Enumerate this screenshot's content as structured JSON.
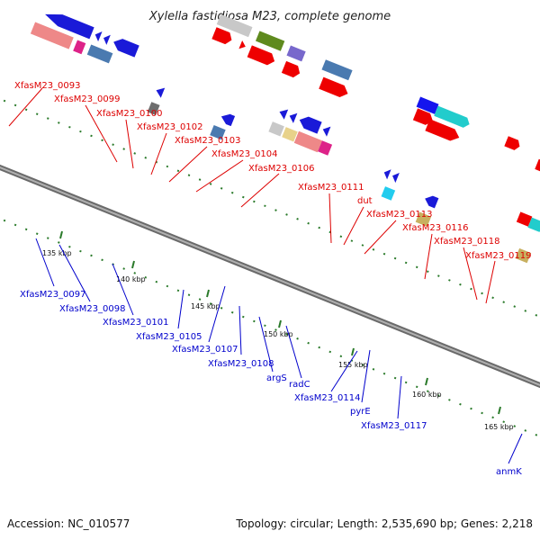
{
  "title": "Xylella fastidiosa M23, complete genome",
  "accession": "Accession: NC_010577",
  "summary": "Topology: circular; Length: 2,535,690 bp; Genes: 2,218",
  "colors": {
    "forward_label": "#dd0000",
    "reverse_label": "#0000cc",
    "axis": "#8c8c8c",
    "dots": "#2a7a2a"
  },
  "ticks": [
    "135 kbp",
    "140 kbp",
    "145 kbp",
    "150 kbp",
    "155 kbp",
    "160 kbp",
    "165 kbp"
  ],
  "forward_labels": [
    "XfasM23_0093",
    "XfasM23_0099",
    "XfasM23_0100",
    "XfasM23_0102",
    "XfasM23_0103",
    "XfasM23_0104",
    "XfasM23_0106",
    "XfasM23_0111",
    "dut",
    "XfasM23_0113",
    "XfasM23_0116",
    "XfasM23_0118",
    "XfasM23_0119"
  ],
  "reverse_labels": [
    "XfasM23_0097",
    "XfasM23_0098",
    "XfasM23_0101",
    "XfasM23_0105",
    "XfasM23_0107",
    "XfasM23_0108",
    "argS",
    "radC",
    "XfasM23_0114",
    "pyrE",
    "XfasM23_0117",
    "anmK"
  ]
}
